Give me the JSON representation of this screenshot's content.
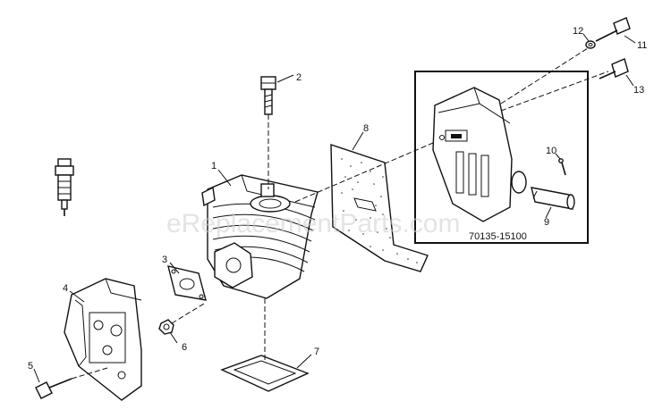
{
  "watermark": "eReplacementParts.com",
  "assembly_part_number": "70135-15100",
  "callouts": [
    "1",
    "2",
    "3",
    "4",
    "5",
    "6",
    "7",
    "8",
    "9",
    "10",
    "11",
    "12",
    "13"
  ]
}
